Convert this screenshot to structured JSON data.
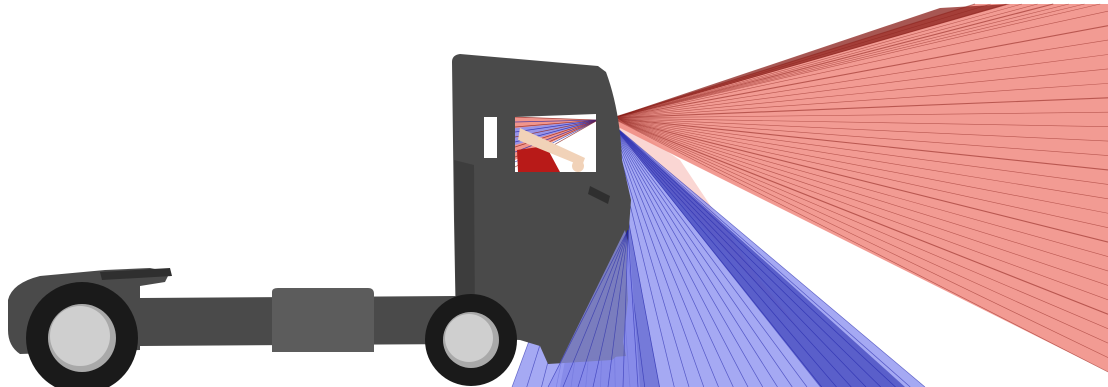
{
  "scene": {
    "subject": "truck-tractor-side-view",
    "colors": {
      "background": "#ffffff",
      "truck_body": "#4a4a4a",
      "truck_dark": "#2f2f2f",
      "truck_highlight": "#5c5c5c",
      "tire": "#1a1a1a",
      "rim": "#cfcfcf",
      "rim_shadow": "#a9a9a9",
      "red_fan_fill": "#f08a80",
      "red_fan_line": "#8a1f1a",
      "blue_fan_fill": "#8f93f0",
      "blue_fan_line": "#1e22a8",
      "driver_skin": "#f1d2b8",
      "driver_shirt": "#b81a18"
    },
    "sightline_fans": [
      {
        "name": "upper-view-fan",
        "color_key": "red"
      },
      {
        "name": "lower-view-fan",
        "color_key": "blue"
      }
    ]
  }
}
